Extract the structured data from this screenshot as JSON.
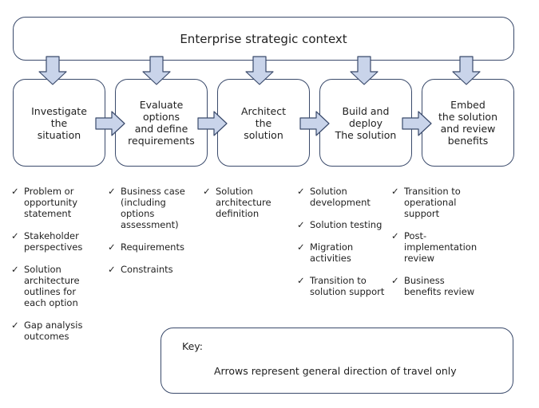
{
  "context": {
    "label": "Enterprise strategic context"
  },
  "stages": [
    {
      "label": "Investigate\nthe\nsituation"
    },
    {
      "label": "Evaluate\noptions\nand define\nrequirements"
    },
    {
      "label": "Architect\nthe\nsolution"
    },
    {
      "label": "Build and\ndeploy\nThe solution"
    },
    {
      "label": "Embed\nthe solution\nand review\nbenefits"
    }
  ],
  "tick_glyph": "✓",
  "outputs": [
    [
      "Problem or opportunity statement",
      "Stakeholder perspectives",
      "Solution architecture outlines for each option",
      "Gap analysis outcomes"
    ],
    [
      "Business case (including options assessment)",
      "Requirements",
      "Constraints"
    ],
    [
      "Solution architecture definition"
    ],
    [
      "Solution development",
      "Solution testing",
      "Migration activities",
      "Transition to solution support"
    ],
    [
      "Transition to operational support",
      "Post-implementation review",
      "Business benefits review"
    ]
  ],
  "key": {
    "title": "Key:",
    "text": "Arrows represent general direction of travel only"
  },
  "colors": {
    "arrow_fill": "#c9d4ea",
    "arrow_stroke": "#3a4a6b",
    "border": "#3a4a6b"
  },
  "icons": {
    "arrow": "block-arrow-icon",
    "tick": "check-icon"
  }
}
